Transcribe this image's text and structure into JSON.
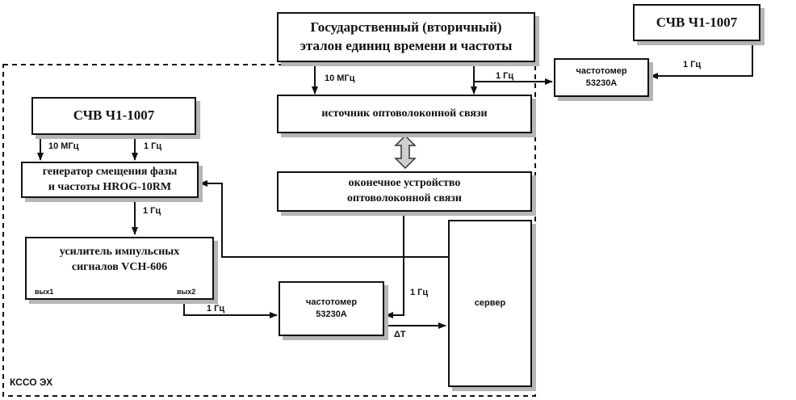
{
  "diagram": {
    "boundary_label": "КССО ЭХ",
    "blocks": {
      "state_standard": [
        "Государственный (вторичный)",
        "эталон единиц времени и частоты"
      ],
      "hydrogen_standard_right": "СЧВ Ч1-1007",
      "hydrogen_standard_left": "СЧВ Ч1-1007",
      "counter_top": [
        "частотомер",
        "53230А"
      ],
      "fiber_source": "источник оптоволоконной связи",
      "fiber_terminal": [
        "оконечное устройство",
        "оптоволоконной связи"
      ],
      "phase_shifter": [
        "генератор смещения фазы",
        "и частоты HROG-10RM"
      ],
      "pulse_amplifier": [
        "усилитель импульсных",
        "сигналов VCH-606"
      ],
      "amp_out1": "вых1",
      "amp_out2": "вых2",
      "counter_bottom": [
        "частотомер",
        "53230А"
      ],
      "server": "сервер"
    },
    "signals": {
      "sig_10mhz_top": "10 МГц",
      "sig_1hz_top": "1 Гц",
      "sig_1hz_right": "1 Гц",
      "sig_10mhz_left": "10 МГц",
      "sig_1hz_left": "1 Гц",
      "sig_1hz_shifter": "1 Гц",
      "sig_1hz_amp": "1 Гц",
      "sig_1hz_terminal": "1 Гц",
      "sig_delta_t": "ΔT"
    }
  }
}
